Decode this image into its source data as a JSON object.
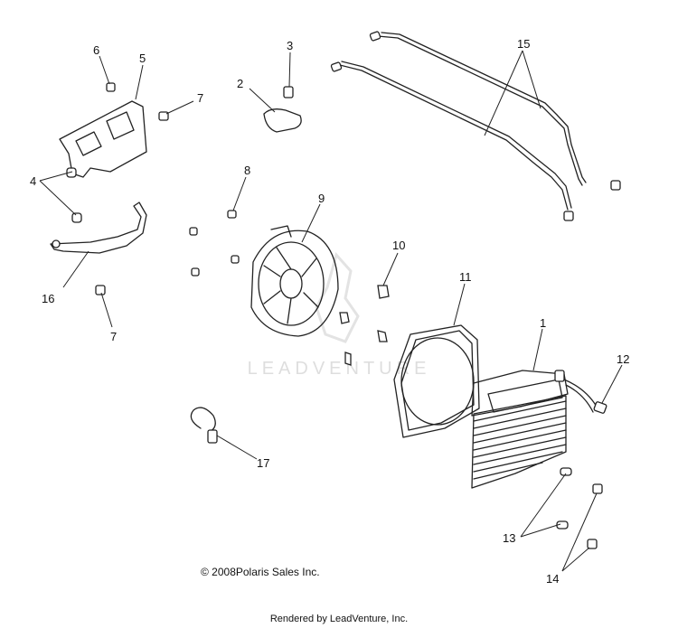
{
  "callouts": {
    "c1": "1",
    "c2": "2",
    "c3": "3",
    "c4": "4",
    "c5": "5",
    "c6": "6",
    "c7a": "7",
    "c7b": "7",
    "c8": "8",
    "c9": "9",
    "c10": "10",
    "c11": "11",
    "c12": "12",
    "c13": "13",
    "c14": "14",
    "c15": "15",
    "c16": "16",
    "c17": "17"
  },
  "watermark": "LEADVENTURE",
  "copyright": "© 2008Polaris Sales Inc.",
  "rendered_by": "Rendered by LeadVenture, Inc."
}
